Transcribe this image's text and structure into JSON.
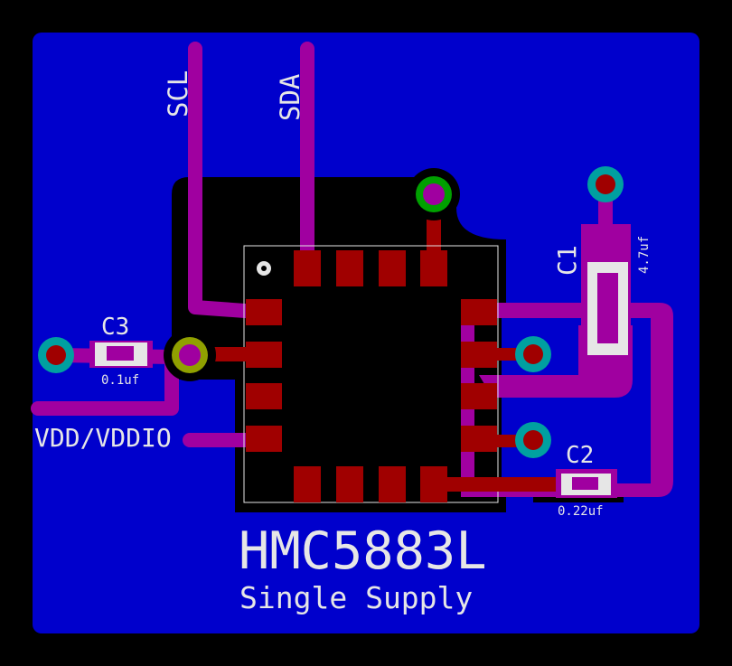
{
  "colors": {
    "background": "#000000",
    "board": "#0000CC",
    "top_copper": "#A00000",
    "bottom_copper": "#A000A0",
    "silkscreen": "#E6E6E6",
    "pad_ring": "#00A0A0",
    "via_ring": "#90A000"
  },
  "labels": {
    "scl": "SCL",
    "sda": "SDA",
    "vdd": "VDD/VDDIO",
    "title": "HMC5883L",
    "subtitle": "Single Supply"
  },
  "components": {
    "c1": {
      "name": "C1",
      "value": "4.7uf"
    },
    "c2": {
      "name": "C2",
      "value": "0.22uf"
    },
    "c3": {
      "name": "C3",
      "value": "0.1uf"
    }
  },
  "icons": [
    "via-icon",
    "through-hole-pad-icon",
    "pin1-marker-icon"
  ]
}
